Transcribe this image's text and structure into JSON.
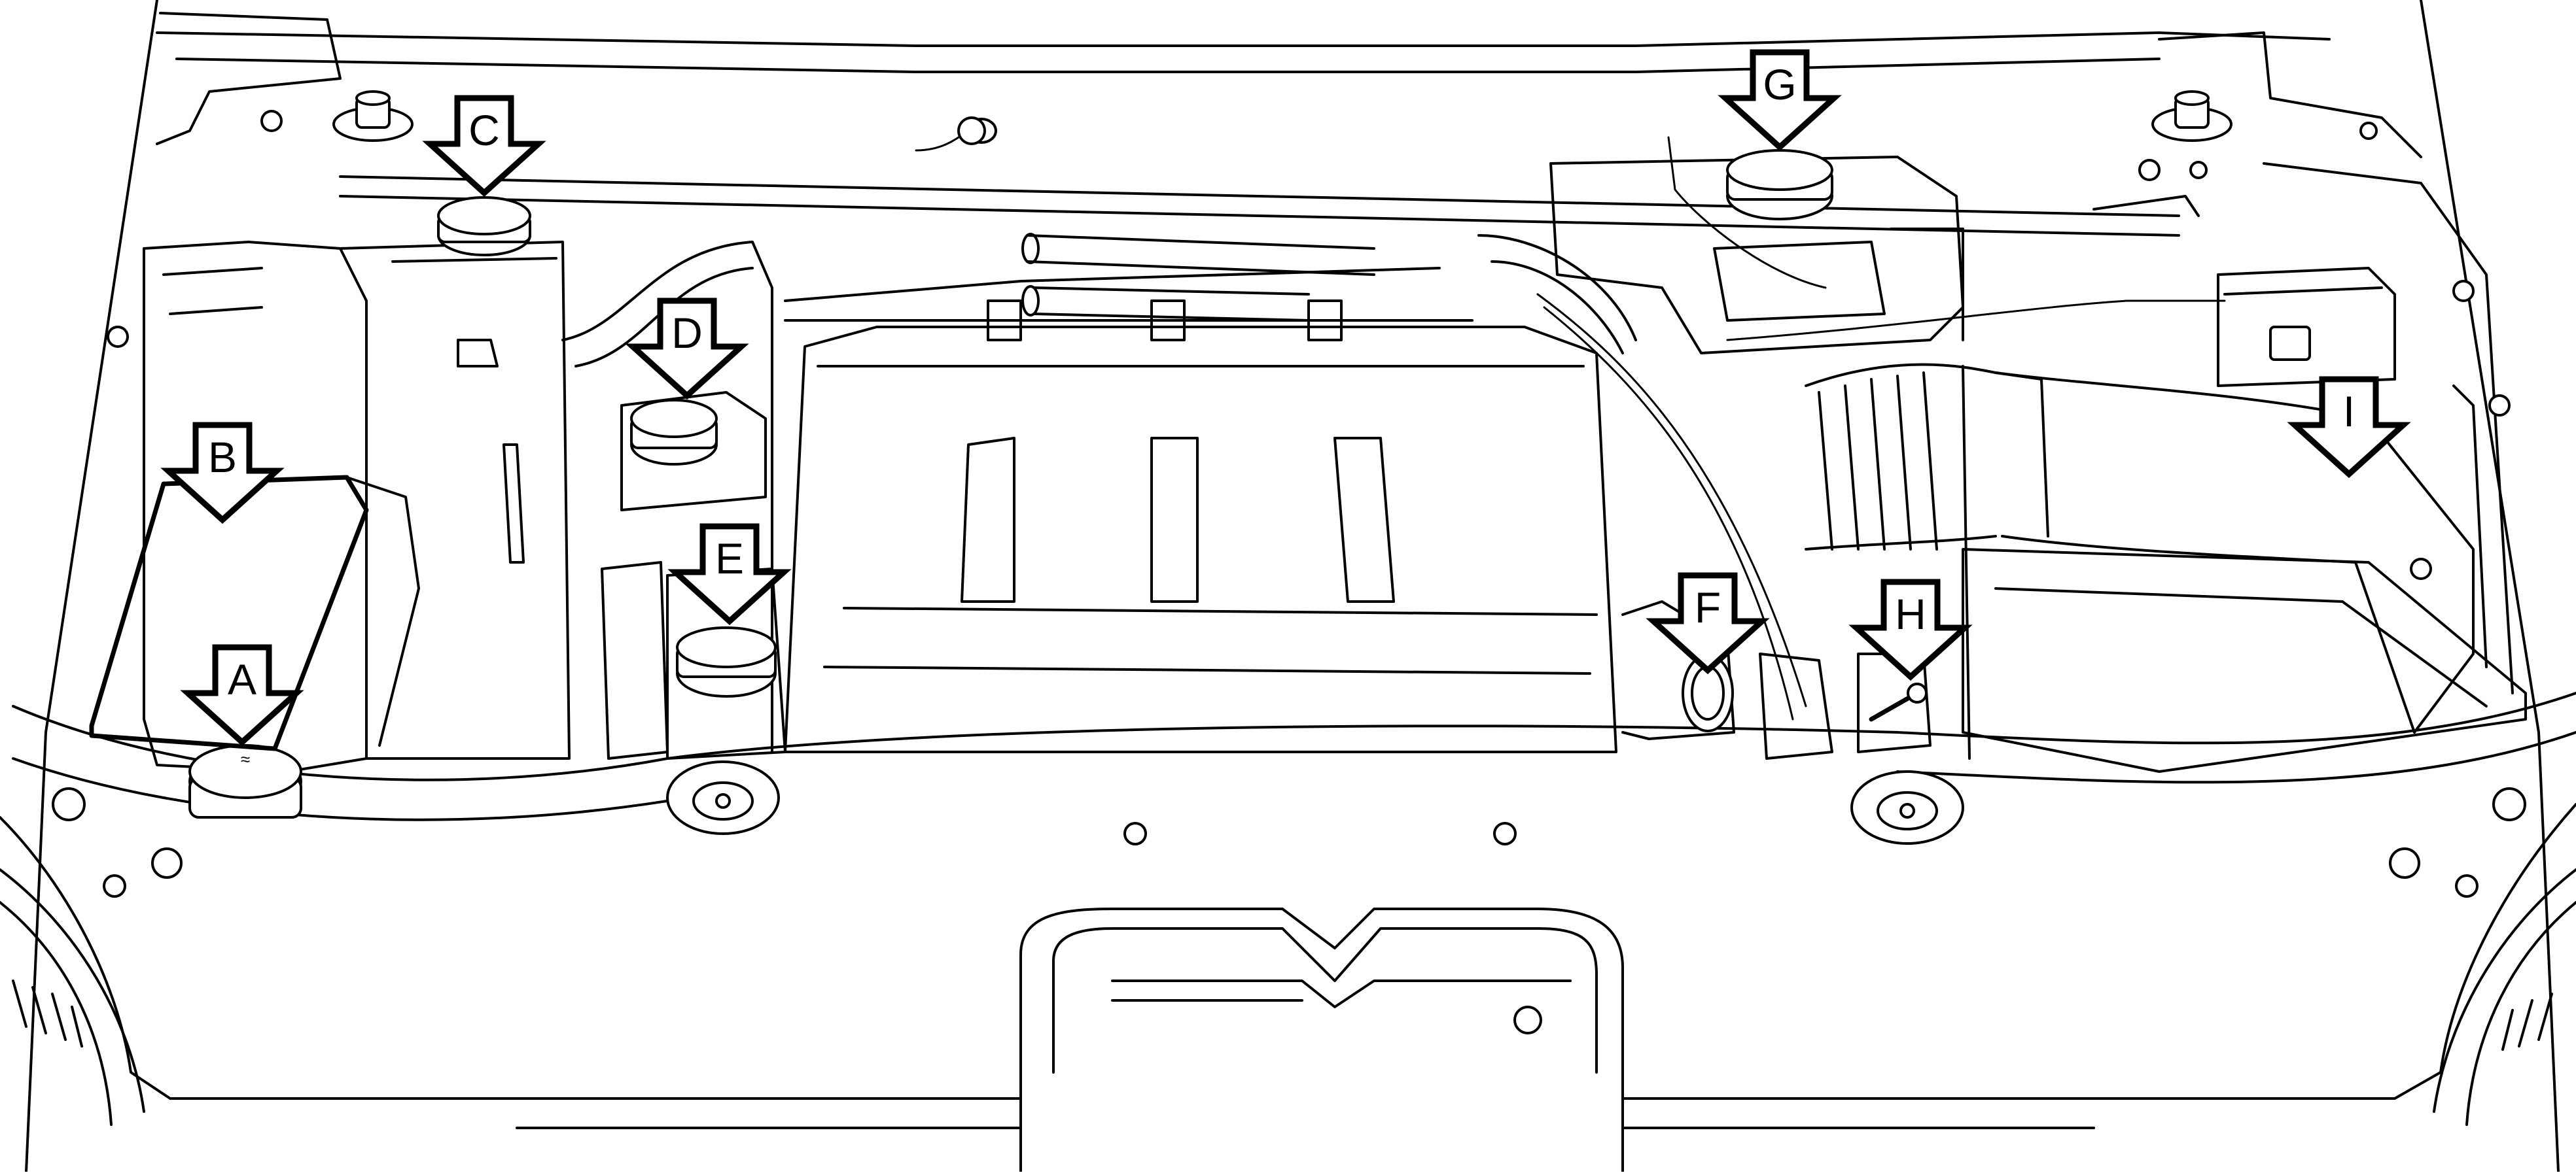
{
  "diagram": {
    "colors": {
      "line": "#000000",
      "background": "#ffffff"
    },
    "callouts": [
      {
        "id": "A",
        "label": "A"
      },
      {
        "id": "B",
        "label": "B"
      },
      {
        "id": "C",
        "label": "C"
      },
      {
        "id": "D",
        "label": "D"
      },
      {
        "id": "E",
        "label": "E"
      },
      {
        "id": "F",
        "label": "F"
      },
      {
        "id": "G",
        "label": "G"
      },
      {
        "id": "H",
        "label": "H"
      },
      {
        "id": "I",
        "label": "I"
      }
    ]
  }
}
